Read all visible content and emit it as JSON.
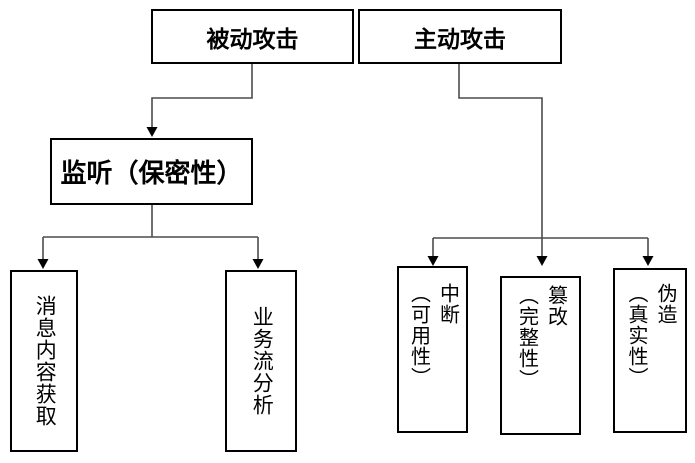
{
  "diagram": {
    "title_semantic": "attack-classification-flowchart",
    "background_color": "#ffffff",
    "box_border_color": "#000000",
    "connector_color": "#4c4c4c",
    "arrowhead_color": "#000000",
    "nodes": {
      "passive": {
        "label": "被动攻击"
      },
      "active": {
        "label": "主动攻击"
      },
      "listen": {
        "label": "监听（保密性）"
      },
      "msg_content": {
        "label": "消息内容获取"
      },
      "traffic_flow": {
        "label": "业务流分析"
      },
      "interrupt": {
        "label": "中断\n（可用性）"
      },
      "tamper": {
        "label": "篡改\n（完整性）"
      },
      "forge": {
        "label": "伪造\n（真实性）"
      }
    },
    "edges": [
      {
        "from": "被动攻击",
        "to": "监听（保密性）"
      },
      {
        "from": "监听（保密性）",
        "to": "消息内容获取"
      },
      {
        "from": "监听（保密性）",
        "to": "业务流分析"
      },
      {
        "from": "主动攻击",
        "to": "中断（可用性）"
      },
      {
        "from": "主动攻击",
        "to": "篡改（完整性）"
      },
      {
        "from": "主动攻击",
        "to": "伪造（真实性）"
      }
    ]
  }
}
